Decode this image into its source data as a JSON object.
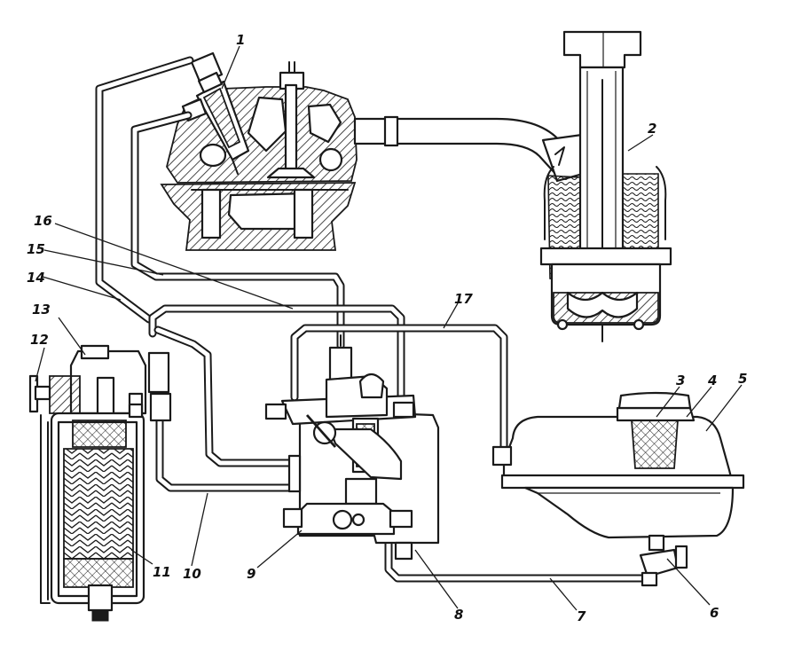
{
  "labels": {
    "l1": "1",
    "l2": "2",
    "l3": "3",
    "l4": "4",
    "l5": "5",
    "l6": "6",
    "l7": "7",
    "l8": "8",
    "l9": "9",
    "l10": "10",
    "l11": "11",
    "l12": "12",
    "l13": "13",
    "l14": "14",
    "l15": "15",
    "l16": "16",
    "l17": "17"
  },
  "colors": {
    "ink": "#1a1a1a",
    "paper": "#ffffff"
  }
}
